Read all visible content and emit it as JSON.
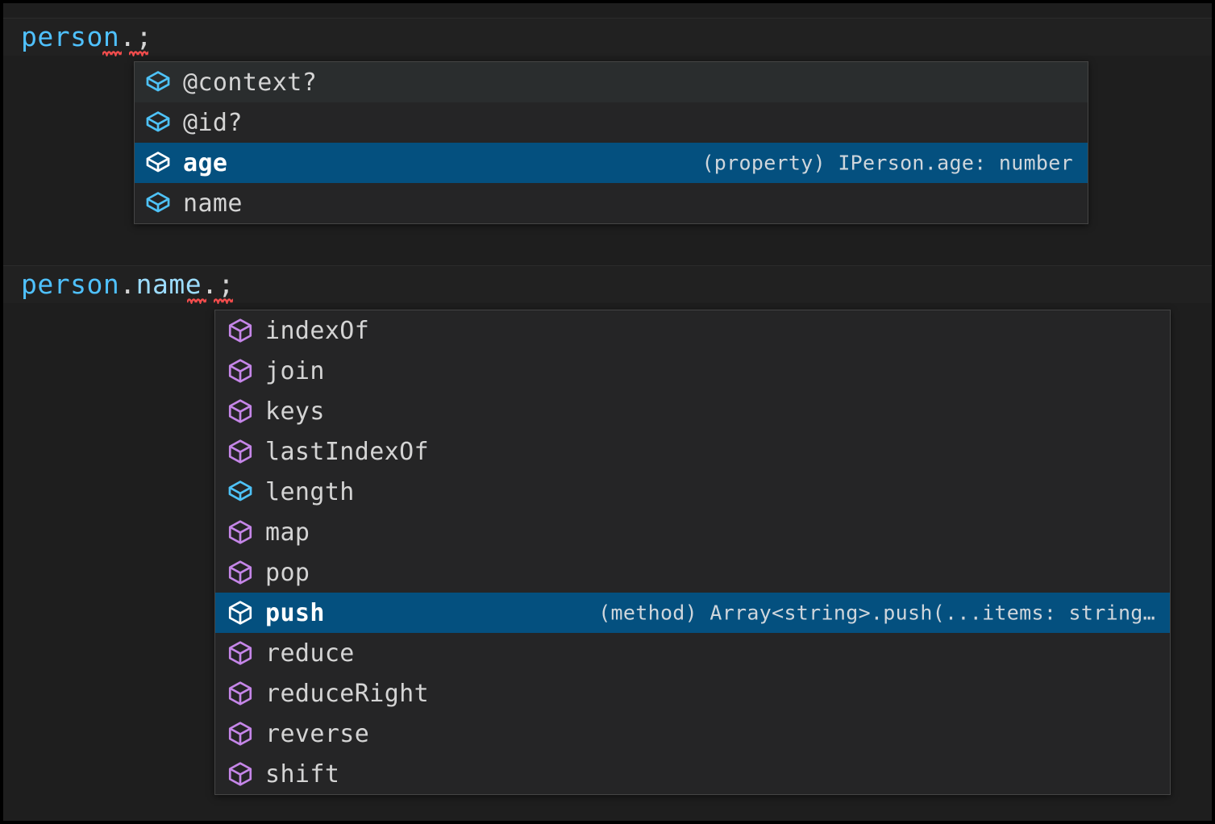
{
  "editor": {
    "theme_background": "#1e1e1e",
    "accent_selected": "#04507f",
    "icon_property_color": "#4ec2f7",
    "icon_method_color": "#c586e8",
    "lines": [
      {
        "id": "line-1",
        "segments": [
          {
            "text": "person",
            "kind": "variable"
          },
          {
            "text": ".",
            "kind": "punctuation"
          },
          {
            "text": ";",
            "kind": "punctuation"
          }
        ],
        "full_text": "person.;"
      },
      {
        "id": "line-2",
        "segments": [
          {
            "text": "person",
            "kind": "variable"
          },
          {
            "text": ".",
            "kind": "punctuation"
          },
          {
            "text": "name",
            "kind": "property"
          },
          {
            "text": ".",
            "kind": "punctuation"
          },
          {
            "text": ";",
            "kind": "punctuation"
          }
        ],
        "full_text": "person.name.;"
      }
    ]
  },
  "suggest_widgets": [
    {
      "id": "suggest-person",
      "for_line": "person.;",
      "selected_index": 2,
      "items": [
        {
          "label": "@context?",
          "icon": "property-cube-icon",
          "kind": "property",
          "detail": ""
        },
        {
          "label": "@id?",
          "icon": "property-cube-icon",
          "kind": "property",
          "detail": ""
        },
        {
          "label": "age",
          "icon": "property-cube-icon",
          "kind": "property",
          "detail": "(property) IPerson.age: number"
        },
        {
          "label": "name",
          "icon": "property-cube-icon",
          "kind": "property",
          "detail": ""
        }
      ]
    },
    {
      "id": "suggest-person-name",
      "for_line": "person.name.;",
      "selected_index": 7,
      "items": [
        {
          "label": "indexOf",
          "icon": "method-cube-icon",
          "kind": "method",
          "detail": ""
        },
        {
          "label": "join",
          "icon": "method-cube-icon",
          "kind": "method",
          "detail": ""
        },
        {
          "label": "keys",
          "icon": "method-cube-icon",
          "kind": "method",
          "detail": ""
        },
        {
          "label": "lastIndexOf",
          "icon": "method-cube-icon",
          "kind": "method",
          "detail": ""
        },
        {
          "label": "length",
          "icon": "property-cube-icon",
          "kind": "property",
          "detail": ""
        },
        {
          "label": "map",
          "icon": "method-cube-icon",
          "kind": "method",
          "detail": ""
        },
        {
          "label": "pop",
          "icon": "method-cube-icon",
          "kind": "method",
          "detail": ""
        },
        {
          "label": "push",
          "icon": "method-cube-icon",
          "kind": "method",
          "detail": "(method) Array<string>.push(...items: string…"
        },
        {
          "label": "reduce",
          "icon": "method-cube-icon",
          "kind": "method",
          "detail": ""
        },
        {
          "label": "reduceRight",
          "icon": "method-cube-icon",
          "kind": "method",
          "detail": ""
        },
        {
          "label": "reverse",
          "icon": "method-cube-icon",
          "kind": "method",
          "detail": ""
        },
        {
          "label": "shift",
          "icon": "method-cube-icon",
          "kind": "method",
          "detail": ""
        }
      ]
    }
  ],
  "diagnostics": [
    {
      "id": "squiggle-line1-dot",
      "type": "error-squiggle",
      "color": "#f14c4c"
    },
    {
      "id": "squiggle-line1-semi",
      "type": "error-squiggle",
      "color": "#f14c4c"
    },
    {
      "id": "squiggle-line2-dot",
      "type": "error-squiggle",
      "color": "#f14c4c"
    },
    {
      "id": "squiggle-line2-semi",
      "type": "error-squiggle",
      "color": "#f14c4c"
    }
  ]
}
